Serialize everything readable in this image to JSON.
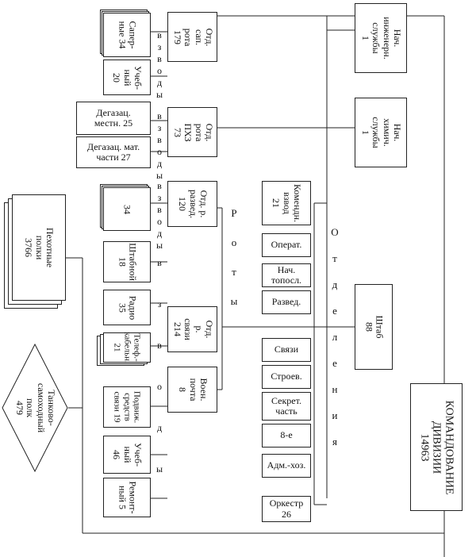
{
  "colors": {
    "line": "#222222",
    "box_fill": "#ffffff",
    "text": "#111111"
  },
  "command": {
    "label": "КОМАНДОВАНИЕ\nДИВИЗИИ\n14963"
  },
  "staff": {
    "label": "Штаб\n88"
  },
  "chief_engineer": {
    "label": "Нач.\nинженерн.\nслужбы\n1"
  },
  "chief_chemical": {
    "label": "Нач. химич.\nслужбы\n1"
  },
  "infantry": {
    "label": "Пехотные полки\n3766"
  },
  "tank": {
    "label": "Танково-\nсамоходный полк\n479"
  },
  "sapper_company": {
    "label": "Отд. сап.\nрота\n179",
    "side_word": "взводы",
    "platoons": [
      "Сапер-\nные 34",
      "Учеб-\nный 20"
    ]
  },
  "chem_company": {
    "label": "Отд. рота\nПХЗ\n73",
    "side_word": "взводы",
    "platoons": [
      "Дегазац.\nместн. 25",
      "Дегазац. мат.\nчасти 27"
    ]
  },
  "recon_company": {
    "label": "Отд. р.\nразвед.\n120",
    "side_word": "взводы",
    "platoon": "34"
  },
  "rota_word": "Роты",
  "signal_company": {
    "label": "Отд. р.\nсвязи\n214",
    "side_word": "взводы",
    "platoons": [
      "Штабной\n18",
      "Радио\n35",
      "Телеф.-\nкабельн.\n21",
      "Подвиж.\nсредств\nсвязи 19",
      "Учеб-\nный 46",
      "Ремонт-\nный 5"
    ]
  },
  "field_post": {
    "label": "Воен.\nпочта\n8"
  },
  "commandant_platoon": {
    "label": "Комендн.\nвзвод\n21"
  },
  "departments_word": "Отделения",
  "departments": [
    "Операт.",
    "Нач.\nтопосл.",
    "Развед.",
    "Связи",
    "Строев.",
    "Секрет.\nчасть",
    "8-е",
    "Адм.-хоз."
  ],
  "orchestra": {
    "label": "Оркестр\n26"
  }
}
